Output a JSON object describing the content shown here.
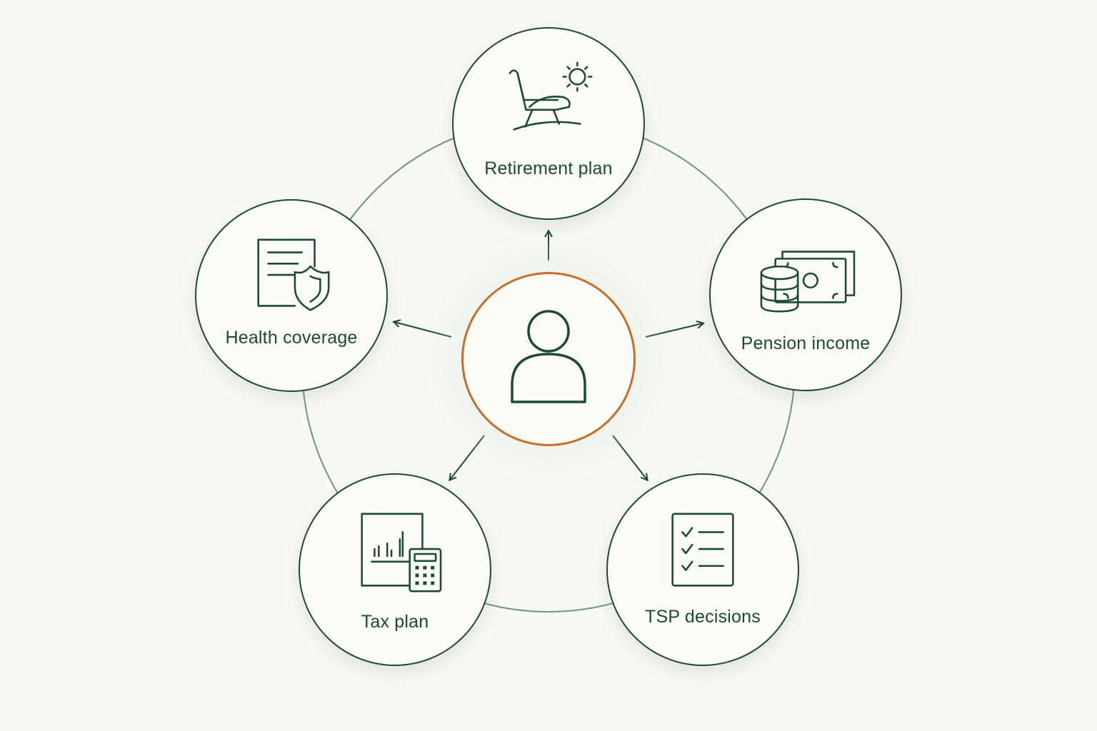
{
  "diagram": {
    "center": {
      "icon": "person-icon"
    },
    "nodes": [
      {
        "id": "retirement",
        "label": "Retirement plan",
        "icon": "rocking-chair-sun-icon"
      },
      {
        "id": "pension",
        "label": "Pension income",
        "icon": "cash-coins-icon"
      },
      {
        "id": "tsp",
        "label": "TSP decisions",
        "icon": "checklist-icon"
      },
      {
        "id": "tax",
        "label": "Tax plan",
        "icon": "chart-calculator-icon"
      },
      {
        "id": "health",
        "label": "Health coverage",
        "icon": "document-shield-icon"
      }
    ],
    "colors": {
      "stroke": "#1d4a35",
      "accent": "#c76d2a",
      "ring": "#5f8a72",
      "background": "#f8f8f4"
    }
  }
}
